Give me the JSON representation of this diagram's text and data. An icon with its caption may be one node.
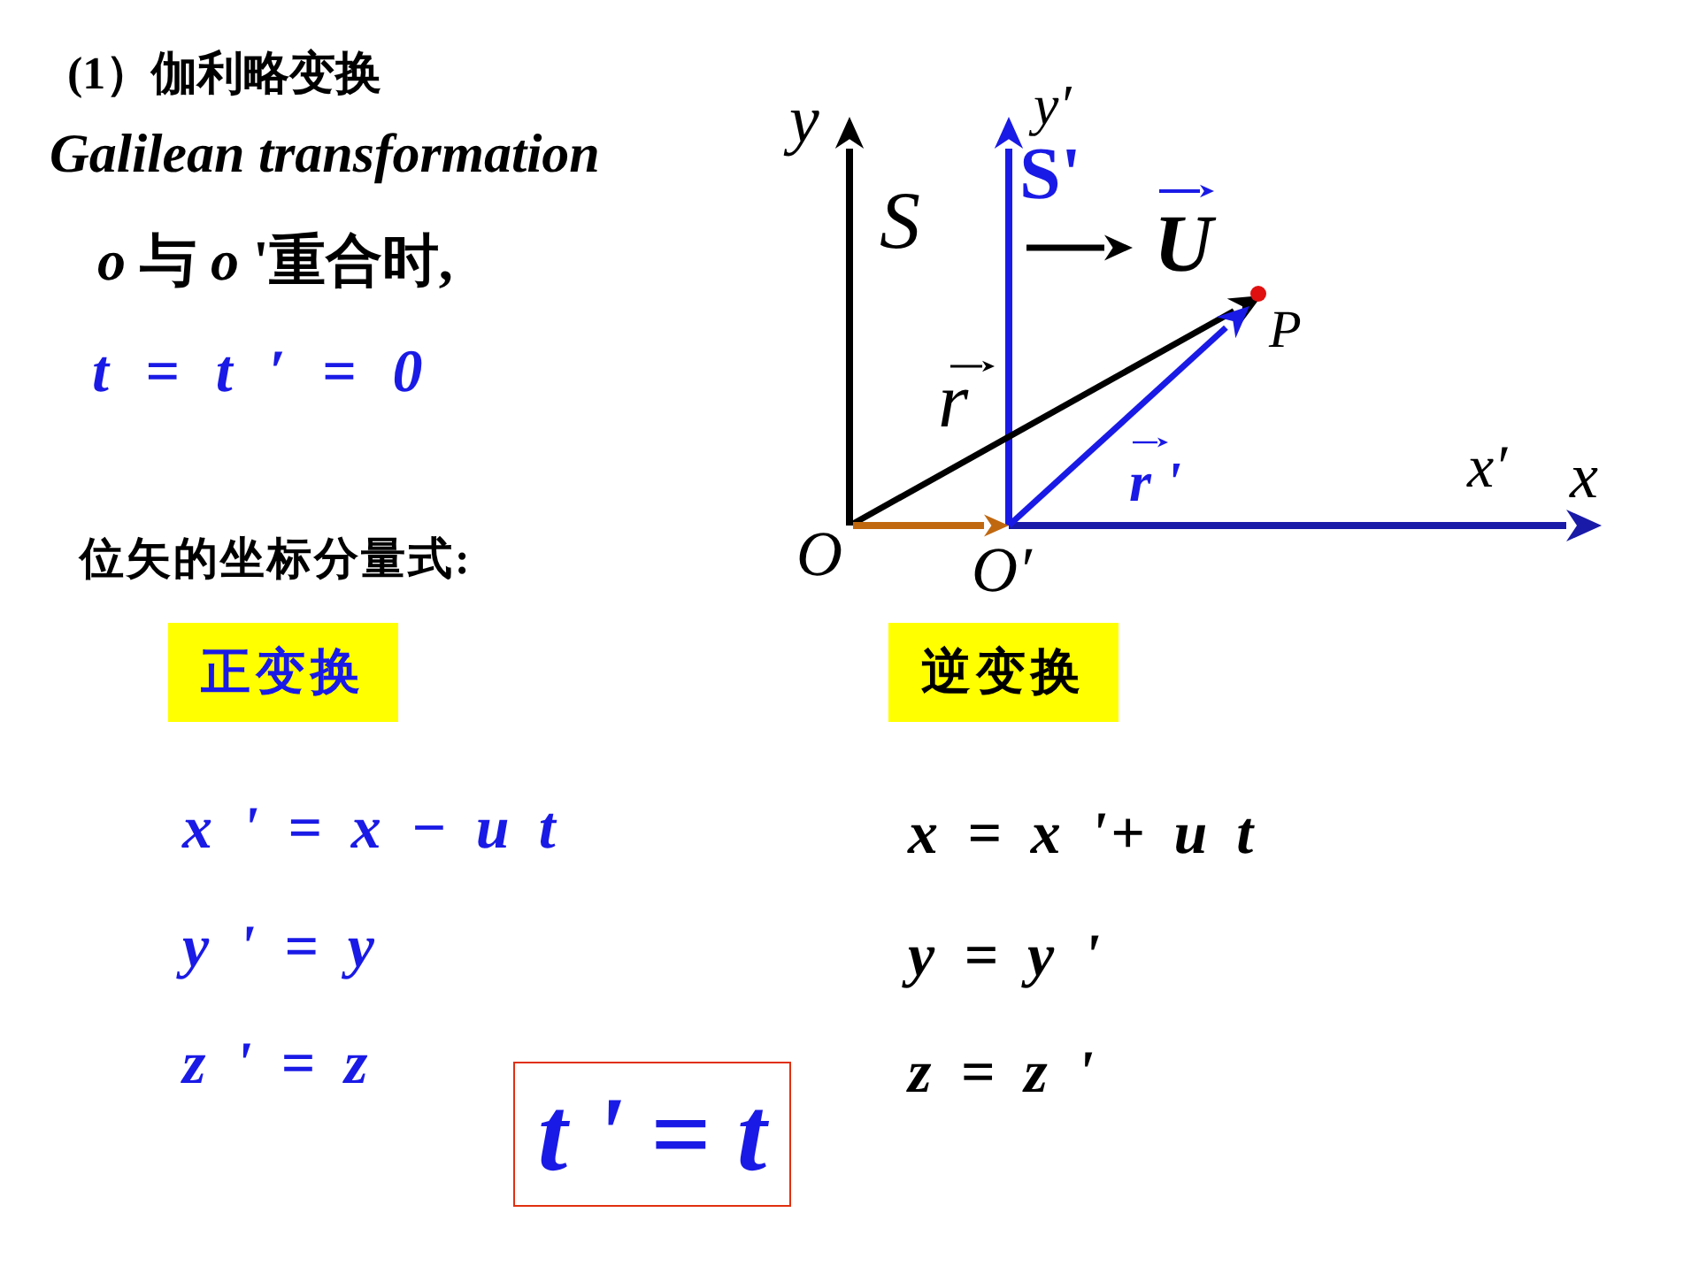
{
  "diagram": {
    "nodes": [
      {
        "text": [
          "正变换"
        ]
      },
      {
        "text": [
          "逆变换"
        ]
      },
      {
        "text": [
          "t ' = t"
        ]
      }
    ],
    "edges": [],
    "labels": [
      "(1）伽利略变换",
      "Galilean transformation",
      "*o* 与 *o* '重合时,",
      "t = t ′ = 0",
      "y",
      "y′",
      "S",
      "S'",
      "U",
      "P",
      "r",
      "r '",
      "x′",
      "x",
      "位矢的坐标分量式:",
      "O",
      "O′",
      "x ' = x − u t",
      "x = x '+ u t",
      "y ' = y",
      "y = y '",
      "z ' = z",
      "z = z '"
    ]
  }
}
